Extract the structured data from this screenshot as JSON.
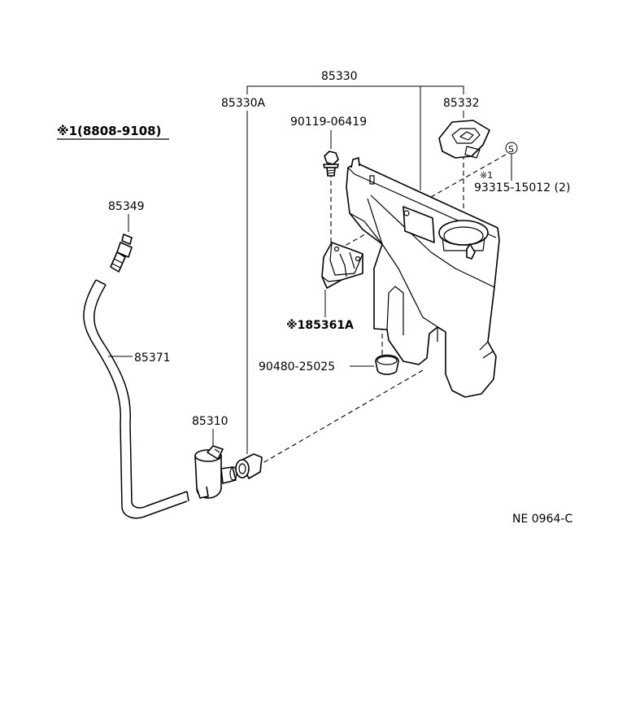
{
  "diagram": {
    "labels": {
      "assembly": "85330",
      "tank": "85330A",
      "cap": "85332",
      "bolt": "90119-06419",
      "s_mark": "S",
      "note_mark": "※1",
      "screw": "93315-15012 (2)",
      "connector": "85349",
      "hose": "85371",
      "pump": "85310",
      "bracket": "※185361A",
      "grommet": "90480-25025",
      "footnote": "※1(8808-9108)",
      "ref_code": "NE 0964-C"
    }
  }
}
